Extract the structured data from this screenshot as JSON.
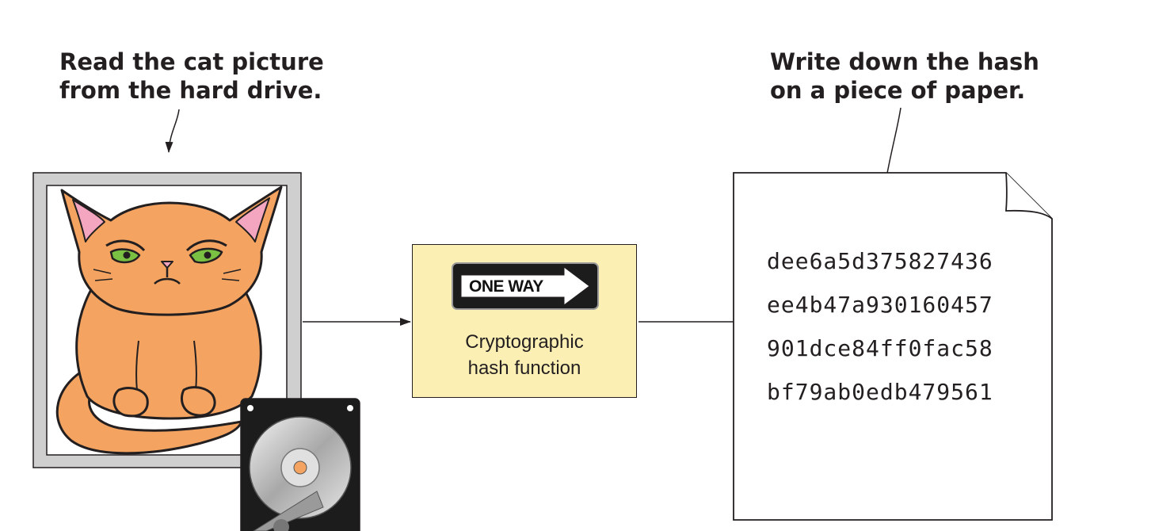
{
  "callouts": {
    "left": [
      "Read the cat picture",
      "from the hard drive."
    ],
    "right": [
      "Write down the hash",
      "on a piece of paper."
    ]
  },
  "hash_box": {
    "sign_text": "ONE WAY",
    "caption": [
      "Cryptographic",
      "hash function"
    ],
    "fill": "#fcefb4"
  },
  "paper": {
    "hash_lines": [
      "dee6a5d375827436",
      "ee4b47a930160457",
      "901dce84ff0fac58",
      "bf79ab0edb479561"
    ]
  },
  "colors": {
    "cat_fur": "#f4a460",
    "cat_outline": "#231f20",
    "cat_eyes": "#7ac143",
    "cat_ears": "#f4a6c0",
    "frame": "#cfcfcf",
    "drive_body": "#1c1c1c",
    "platter": "#c8c8c8",
    "spindle": "#f4a460"
  }
}
